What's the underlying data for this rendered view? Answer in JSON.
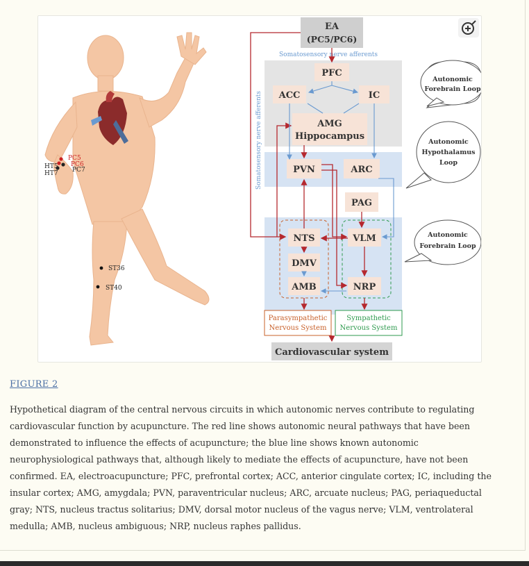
{
  "figure": {
    "link_text": "FIGURE 2",
    "caption": "Hypothetical diagram of the central nervous circuits in which autonomic nerves contribute to regulating cardiovascular function by acupuncture. The red line shows autonomic neural pathways that have been demonstrated to influence the effects of acupuncture; the blue line shows known autonomic neurophysiological pathways that, although likely to mediate the effects of acupuncture, have not been confirmed. EA, electroacupuncture; PFC, prefrontal cortex; ACC, anterior cingulate cortex; IC, including the insular cortex; AMG, amygdala; PVN, paraventricular nucleus; ARC, arcuate nucleus; PAG, periaqueductal gray; NTS, nucleus tractus solitarius; DMV, dorsal motor nucleus of the vagus nerve; VLM, ventrolateral medulla; AMB, nucleus ambiguous; NRP, nucleus raphes pallidus."
  },
  "diagram": {
    "ea_line1": "EA",
    "ea_line2": "(PC5/PC6)",
    "somatosensory_top": "Somatosensory nerve afferents",
    "somatosensory_side": "Somatosensory nerve afferents",
    "pfc": "PFC",
    "acc": "ACC",
    "ic": "IC",
    "amg": "AMG",
    "hippocampus": "Hippocampus",
    "pvn": "PVN",
    "arc": "ARC",
    "pag": "PAG",
    "nts": "NTS",
    "vlm": "VLM",
    "dmv": "DMV",
    "amb": "AMB",
    "nrp": "NRP",
    "parasympathetic_1": "Parasympathetic",
    "parasympathetic_2": "Nervous System",
    "sympathetic_1": "Sympathetic",
    "sympathetic_2": "Nervous System",
    "cardiovascular": "Cardiovascular system",
    "bubble1_1": "Autonomic",
    "bubble1_2": "Forebrain Loop",
    "bubble2_1": "Autonomic",
    "bubble2_2": "Hypothalamus",
    "bubble2_3": "Loop",
    "bubble3_1": "Autonomic",
    "bubble3_2": "Forebrain Loop"
  },
  "body_points": {
    "pc5": "PC5",
    "pc6": "PC6",
    "pc7": "PC7",
    "ht5": "HT5",
    "ht7": "HT7",
    "st36": "ST36",
    "st40": "ST40"
  },
  "colors": {
    "red_path": "#b5282e",
    "blue_path": "#6a9ad0",
    "node_fill": "#f7e3d7",
    "band_gray": "#e4e4e4",
    "band_blue": "#d6e3f3",
    "parasympathetic": "#c8602a",
    "sympathetic": "#2e9a4e",
    "cardio_box": "#d4d4d4"
  },
  "icons": {
    "zoom": "zoom-in-icon"
  }
}
